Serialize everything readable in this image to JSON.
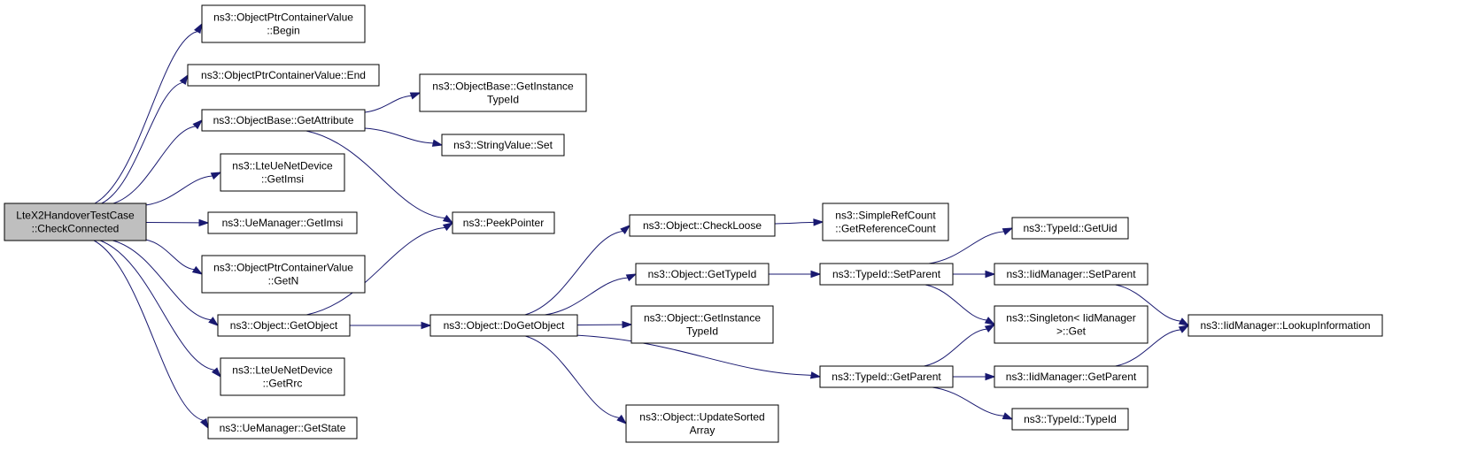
{
  "colors": {
    "edge": "#191970",
    "root_fill": "#bfbfbf",
    "node_fill": "#ffffff",
    "node_border": "#000000"
  },
  "nodes": [
    {
      "id": "root",
      "lines": [
        "LteX2HandoverTestCase",
        "::CheckConnected"
      ],
      "root": true
    },
    {
      "id": "begin",
      "lines": [
        "ns3::ObjectPtrContainerValue",
        "::Begin"
      ]
    },
    {
      "id": "end",
      "lines": [
        "ns3::ObjectPtrContainerValue::End"
      ]
    },
    {
      "id": "getattr",
      "lines": [
        "ns3::ObjectBase::GetAttribute"
      ]
    },
    {
      "id": "getimsi1",
      "lines": [
        "ns3::LteUeNetDevice",
        "::GetImsi"
      ]
    },
    {
      "id": "getimsi2",
      "lines": [
        "ns3::UeManager::GetImsi"
      ]
    },
    {
      "id": "getn",
      "lines": [
        "ns3::ObjectPtrContainerValue",
        "::GetN"
      ]
    },
    {
      "id": "getobject",
      "lines": [
        "ns3::Object::GetObject"
      ]
    },
    {
      "id": "getrrc",
      "lines": [
        "ns3::LteUeNetDevice",
        "::GetRrc"
      ]
    },
    {
      "id": "getstate",
      "lines": [
        "ns3::UeManager::GetState"
      ]
    },
    {
      "id": "obgetinst",
      "lines": [
        "ns3::ObjectBase::GetInstance",
        "TypeId"
      ]
    },
    {
      "id": "strset",
      "lines": [
        "ns3::StringValue::Set"
      ]
    },
    {
      "id": "peek",
      "lines": [
        "ns3::PeekPointer"
      ]
    },
    {
      "id": "dogetobj",
      "lines": [
        "ns3::Object::DoGetObject"
      ]
    },
    {
      "id": "checkloose",
      "lines": [
        "ns3::Object::CheckLoose"
      ]
    },
    {
      "id": "objgettid",
      "lines": [
        "ns3::Object::GetTypeId"
      ]
    },
    {
      "id": "objgetinst",
      "lines": [
        "ns3::Object::GetInstance",
        "TypeId"
      ]
    },
    {
      "id": "updsorted",
      "lines": [
        "ns3::Object::UpdateSorted",
        "Array"
      ]
    },
    {
      "id": "getrefcount",
      "lines": [
        "ns3::SimpleRefCount",
        "::GetReferenceCount"
      ]
    },
    {
      "id": "tidsetparent",
      "lines": [
        "ns3::TypeId::SetParent"
      ]
    },
    {
      "id": "tidgetparent",
      "lines": [
        "ns3::TypeId::GetParent"
      ]
    },
    {
      "id": "tidgetuid",
      "lines": [
        "ns3::TypeId::GetUid"
      ]
    },
    {
      "id": "iidsetparent",
      "lines": [
        "ns3::IidManager::SetParent"
      ]
    },
    {
      "id": "singleton",
      "lines": [
        "ns3::Singleton< IidManager",
        ">::Get"
      ]
    },
    {
      "id": "iidgetparent",
      "lines": [
        "ns3::IidManager::GetParent"
      ]
    },
    {
      "id": "tidtypeid",
      "lines": [
        "ns3::TypeId::TypeId"
      ]
    },
    {
      "id": "lookup",
      "lines": [
        "ns3::IidManager::LookupInformation"
      ]
    }
  ],
  "edges": [
    [
      "root",
      "begin"
    ],
    [
      "root",
      "end"
    ],
    [
      "root",
      "getattr"
    ],
    [
      "root",
      "getimsi1"
    ],
    [
      "root",
      "getimsi2"
    ],
    [
      "root",
      "getn"
    ],
    [
      "root",
      "getobject"
    ],
    [
      "root",
      "getrrc"
    ],
    [
      "root",
      "getstate"
    ],
    [
      "getattr",
      "obgetinst"
    ],
    [
      "getattr",
      "strset"
    ],
    [
      "getattr",
      "peek"
    ],
    [
      "getobject",
      "peek"
    ],
    [
      "getobject",
      "dogetobj"
    ],
    [
      "dogetobj",
      "checkloose"
    ],
    [
      "dogetobj",
      "objgettid"
    ],
    [
      "dogetobj",
      "objgetinst"
    ],
    [
      "dogetobj",
      "tidgetparent"
    ],
    [
      "dogetobj",
      "updsorted"
    ],
    [
      "checkloose",
      "getrefcount"
    ],
    [
      "objgettid",
      "tidsetparent"
    ],
    [
      "tidsetparent",
      "tidgetuid"
    ],
    [
      "tidsetparent",
      "iidsetparent"
    ],
    [
      "tidsetparent",
      "singleton"
    ],
    [
      "tidgetparent",
      "singleton"
    ],
    [
      "tidgetparent",
      "iidgetparent"
    ],
    [
      "tidgetparent",
      "tidtypeid"
    ],
    [
      "iidsetparent",
      "lookup"
    ],
    [
      "iidgetparent",
      "lookup"
    ]
  ]
}
